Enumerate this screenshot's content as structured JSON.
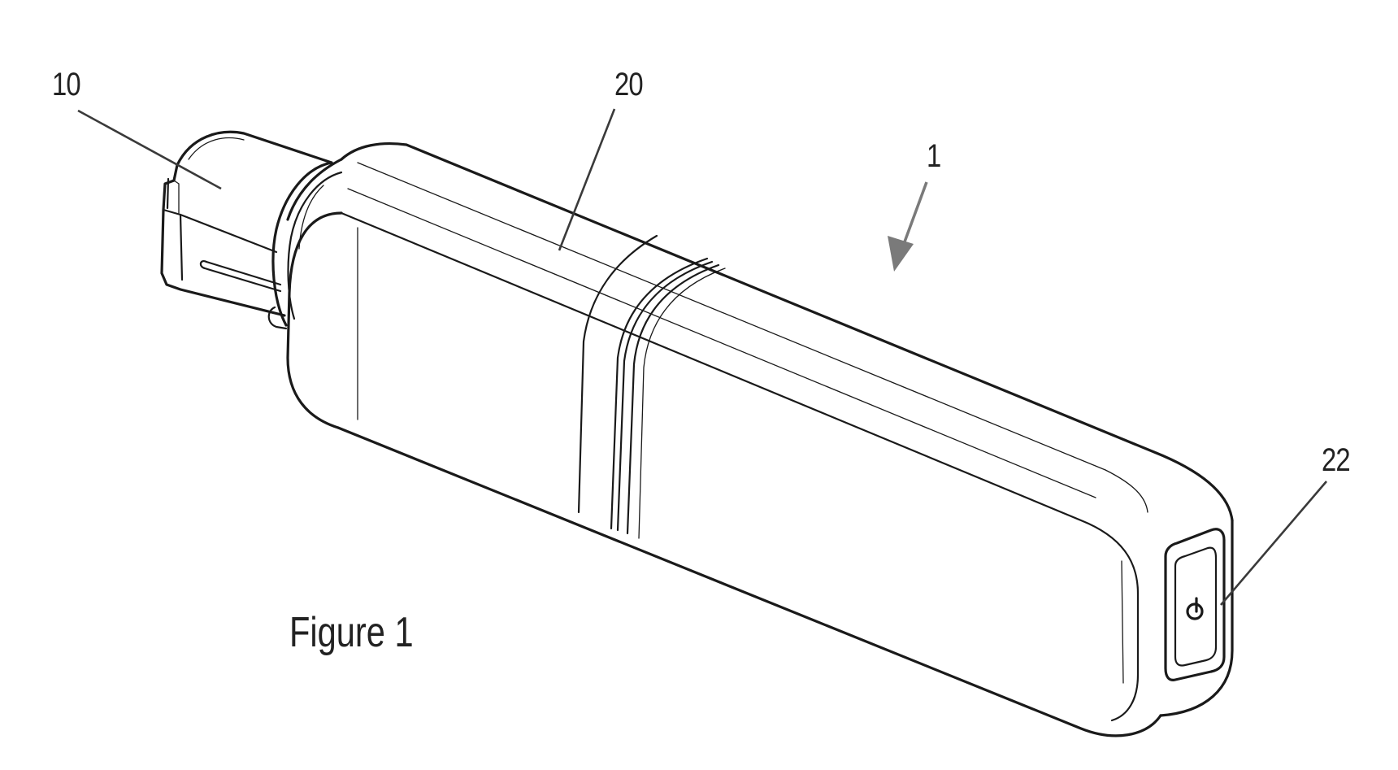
{
  "figure": {
    "caption": "Figure 1",
    "labels": {
      "cap": "10",
      "housing": "20",
      "device": "1",
      "button": "22"
    }
  },
  "colors": {
    "line": "#1a1a1a",
    "arrow": "#7a7a7a",
    "background": "#ffffff"
  }
}
